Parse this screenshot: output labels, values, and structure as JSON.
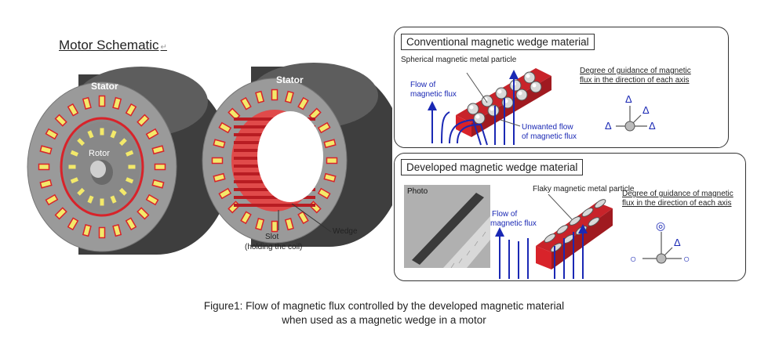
{
  "motor": {
    "title": "Motor Schematic",
    "title_mark": "↵",
    "stator_left": "Stator",
    "stator_right": "Stator",
    "rotor": "Rotor",
    "slot_label": "Slot",
    "slot_sub": "(holding the coil)",
    "wedge_label": "Wedge"
  },
  "conventional": {
    "title": "Conventional magnetic wedge material",
    "particle_label": "Spherical magnetic metal particle",
    "flow_line1": "Flow of",
    "flow_line2": "magnetic flux",
    "unwanted_line1": "Unwanted flow",
    "unwanted_line2": "of magnetic flux",
    "degree_line1": "Degree of guidance of magnetic",
    "degree_line2": "flux in the direction of each axis",
    "axis_symbols": [
      "Δ",
      "Δ",
      "Δ",
      "Δ"
    ]
  },
  "developed": {
    "title": "Developed magnetic wedge material",
    "photo_label": "Photo",
    "particle_label": "Flaky magnetic metal particle",
    "flow_line1": "Flow of",
    "flow_line2": "magnetic flux",
    "degree_line1": "Degree of guidance of magnetic",
    "degree_line2": "flux in the direction of each axis",
    "axis_symbols": [
      "◎",
      "Δ",
      "○",
      "○"
    ]
  },
  "caption": {
    "line1": "Figure1: Flow of magnetic flux controlled by the developed magnetic material",
    "line2": "when used as a magnetic wedge in a motor"
  },
  "colors": {
    "stator": "#5d5d5d",
    "stator_side": "#3e3e3e",
    "face": "#9a9a9a",
    "coil": "#f3e96a",
    "wedge_red": "#d8232a",
    "flux_blue": "#1a28b4"
  }
}
